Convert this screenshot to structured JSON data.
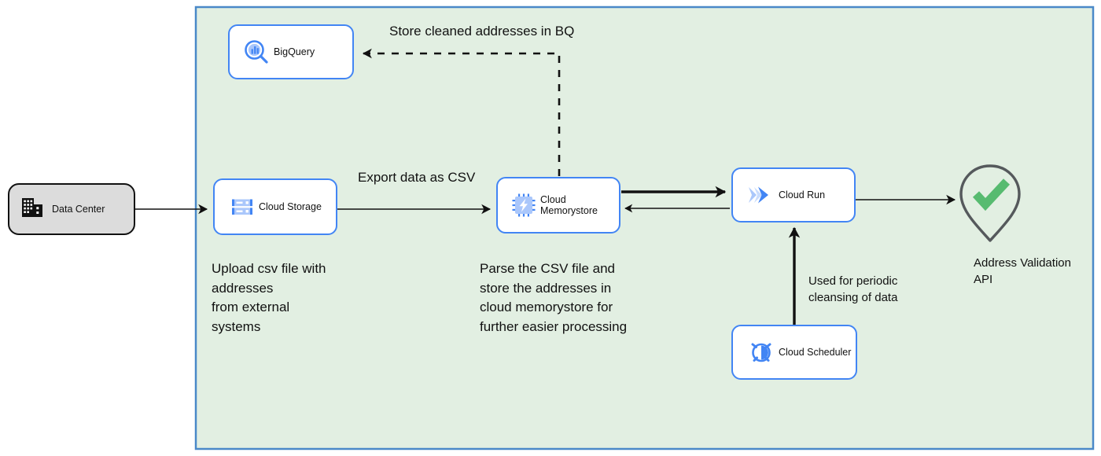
{
  "diagram": {
    "title": "GCP address cleansing architecture",
    "container": {
      "name": "gcp-project-boundary",
      "fill": "#e2efe2",
      "stroke": "#4a89c8"
    },
    "colors": {
      "gcp_blue": "#4285f4",
      "gcp_blue_light": "#a8c7fa",
      "onprem_fill": "#dcdcdc",
      "onprem_stroke": "#111111",
      "check_green": "#57bb70",
      "pin_gray": "#55595c",
      "canvas": "#ffffff"
    },
    "nodes": [
      {
        "id": "data-center",
        "label": "Data Center",
        "icon": "building-icon"
      },
      {
        "id": "bigquery",
        "label": "BigQuery",
        "icon": "bigquery-icon"
      },
      {
        "id": "cloud-storage",
        "label": "Cloud Storage",
        "icon": "cloud-storage-icon"
      },
      {
        "id": "cloud-memorystore",
        "label": "Cloud\nMemorystore",
        "icon": "cloud-memorystore-icon"
      },
      {
        "id": "cloud-run",
        "label": "Cloud Run",
        "icon": "cloud-run-icon"
      },
      {
        "id": "cloud-scheduler",
        "label": "Cloud Scheduler",
        "icon": "cloud-scheduler-icon"
      },
      {
        "id": "address-validation-api",
        "label": "Address Validation API",
        "icon": "map-pin-check-icon"
      }
    ],
    "edge_labels": {
      "store_cleaned": "Store cleaned addresses in BQ",
      "export_csv": "Export data as CSV"
    },
    "annotations": {
      "upload": "Upload csv file with\naddresses\nfrom external\nsystems",
      "parse": "Parse the CSV file and\nstore the addresses in\ncloud  memorystore for\nfurther easier processing",
      "scheduler": "Used for periodic\ncleansing of data"
    }
  }
}
